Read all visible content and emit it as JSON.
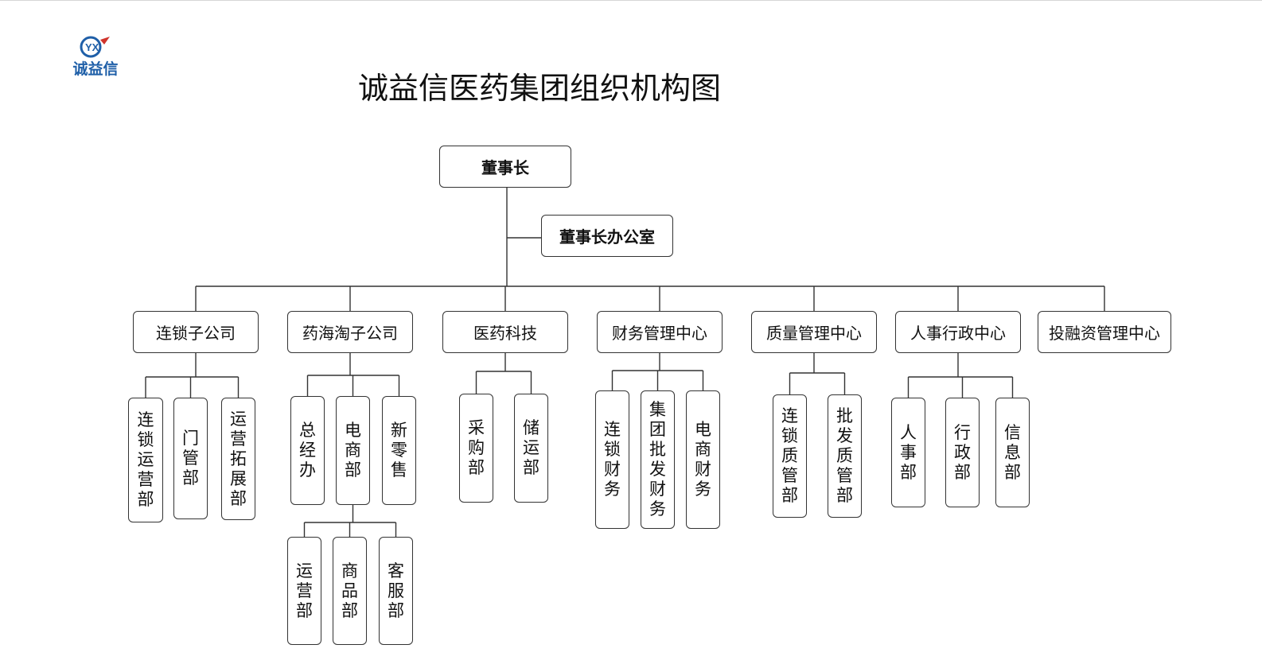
{
  "logo": {
    "mark": "YX",
    "text": "诚益信"
  },
  "title": "诚益信医药集团组织机构图",
  "colors": {
    "line": "#333333",
    "border": "#333333",
    "logo_blue": "#1f5fa8",
    "logo_red": "#d0342c"
  },
  "org": {
    "chairman": "董事长",
    "chairman_office": "董事长办公室",
    "divisions": [
      {
        "name": "连锁子公司",
        "depts": [
          "连锁运营部",
          "门管部",
          "运营拓展部"
        ]
      },
      {
        "name": "药海淘子公司",
        "depts": [
          "总经办",
          "电商部",
          "新零售"
        ],
        "sub_of": "电商部",
        "subdepts": [
          "运营部",
          "商品部",
          "客服部"
        ]
      },
      {
        "name": "医药科技",
        "depts": [
          "采购部",
          "储运部"
        ]
      },
      {
        "name": "财务管理中心",
        "depts": [
          "连锁财务",
          "集团批发财务",
          "电商财务"
        ]
      },
      {
        "name": "质量管理中心",
        "depts": [
          "连锁质管部",
          "批发质管部"
        ]
      },
      {
        "name": "人事行政中心",
        "depts": [
          "人事部",
          "行政部",
          "信息部"
        ]
      },
      {
        "name": "投融资管理中心",
        "depts": []
      }
    ]
  }
}
